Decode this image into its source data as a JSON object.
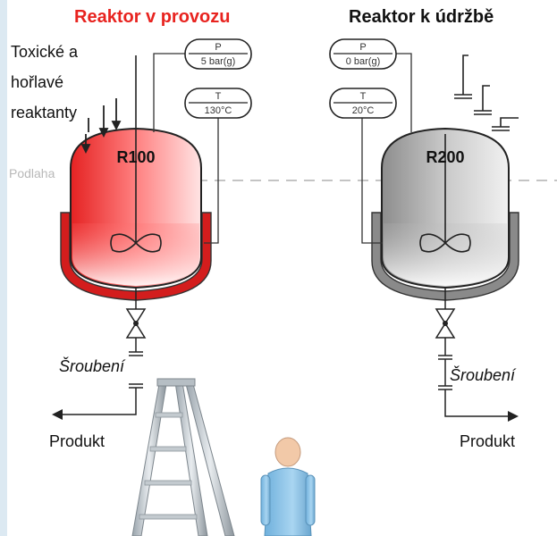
{
  "titles": {
    "left": "Reaktor v provozu",
    "right": "Reaktor k údržbě"
  },
  "side_note": {
    "line1": "Toxické a",
    "line2": "hořlavé",
    "line3": "reaktanty"
  },
  "floor_label": "Podlaha",
  "reactors": {
    "left": {
      "name": "R100",
      "pressure_label": "P",
      "pressure_value": "5 bar(g)",
      "temp_label": "T",
      "temp_value": "130°C"
    },
    "right": {
      "name": "R200",
      "pressure_label": "P",
      "pressure_value": "0 bar(g)",
      "temp_label": "T",
      "temp_value": "20°C"
    }
  },
  "coupling_label": "Šroubení",
  "product_label": "Produkt",
  "colors": {
    "hot_vessel": "#ef3b3b",
    "hot_jacket": "#d31d1d",
    "idle_vessel": "#9c9c9c",
    "idle_jacket": "#8a8a8a",
    "title_red": "#e8231f",
    "floor_line": "#b0b0b0",
    "person_shirt": "#8ec3e6"
  }
}
